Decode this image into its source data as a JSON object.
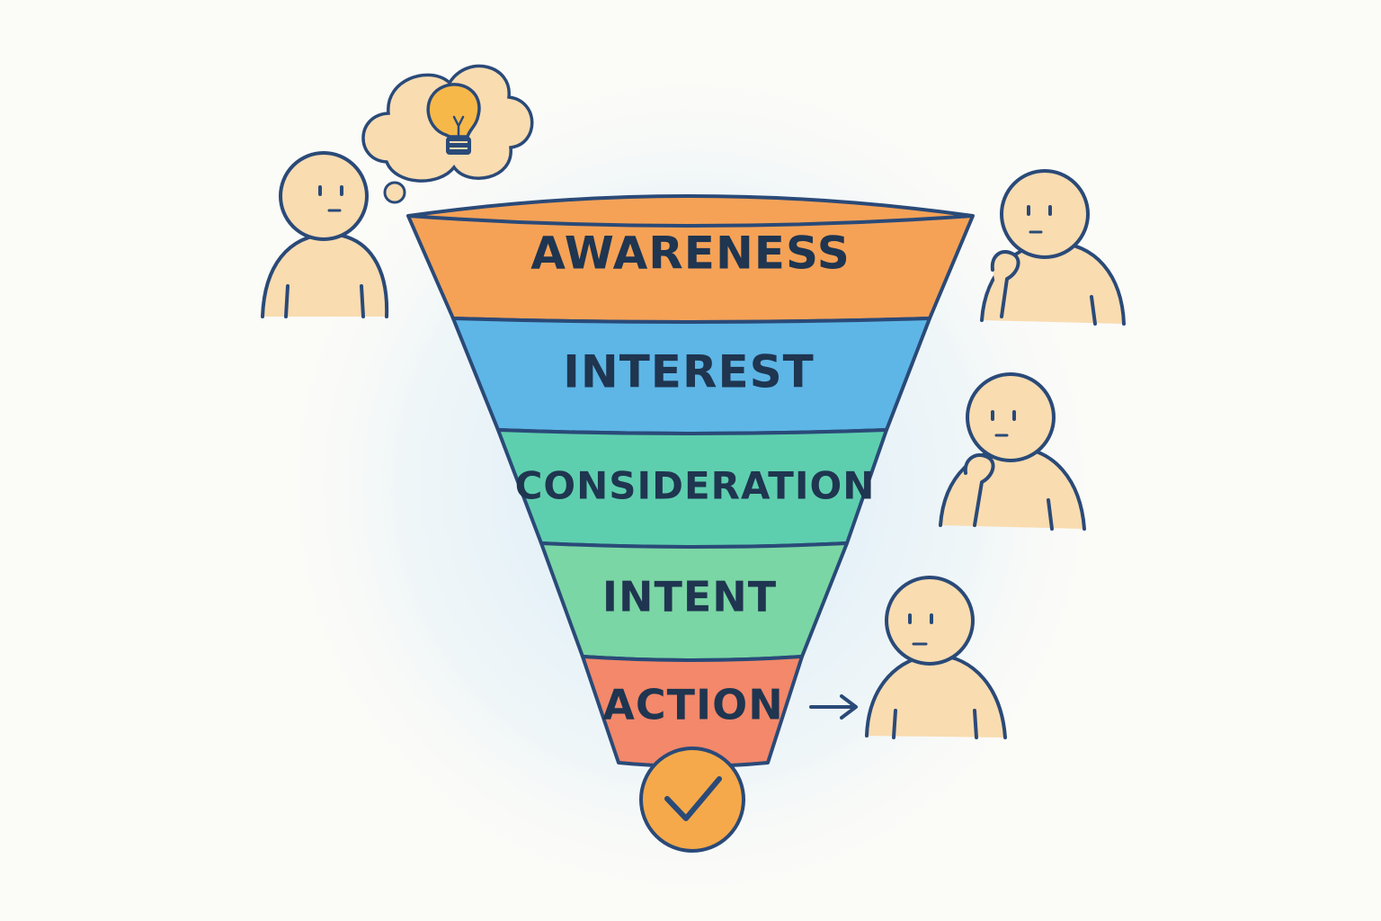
{
  "funnel": {
    "stages": [
      {
        "label": "AWARENESS",
        "color": "#f5a257"
      },
      {
        "label": "INTEREST",
        "color": "#5db6e6"
      },
      {
        "label": "CONSIDERATION",
        "color": "#5ecfae"
      },
      {
        "label": "INTENT",
        "color": "#7ad6a4"
      },
      {
        "label": "ACTION",
        "color": "#f3886a"
      }
    ],
    "outline_color": "#2a4a78",
    "outcome_color": "#f5a94a"
  },
  "figures": {
    "skin_color": "#f9dcb0",
    "bulb_color": "#f7b84a"
  },
  "icons": [
    "lightbulb-icon",
    "arrow-right-icon",
    "checkmark-icon"
  ]
}
